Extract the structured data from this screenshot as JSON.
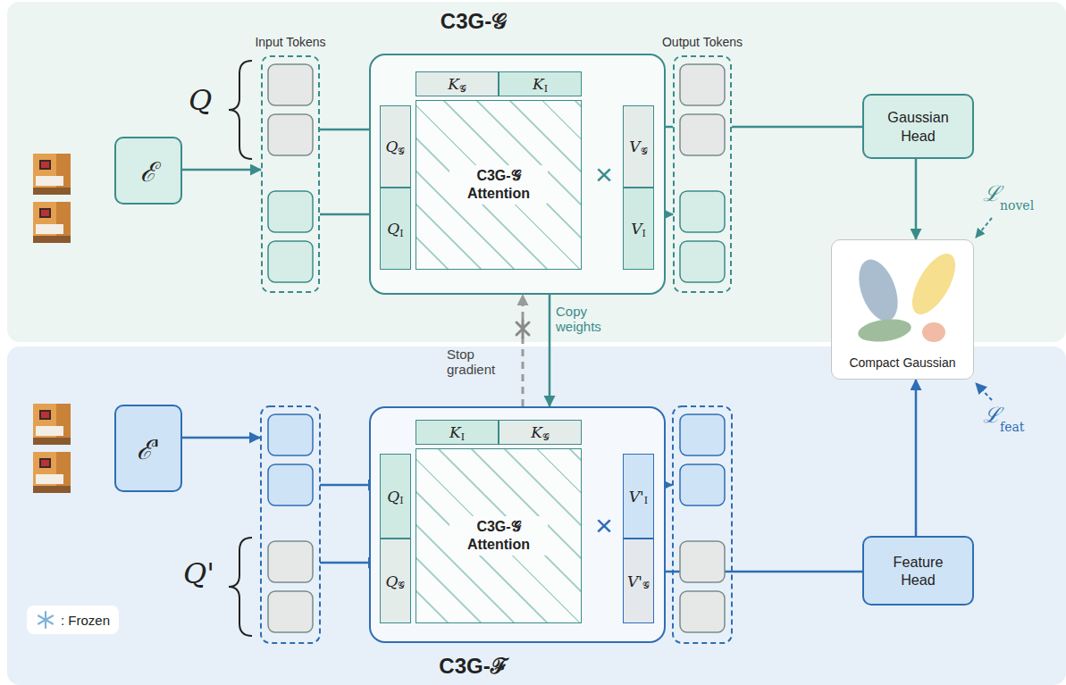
{
  "diagram": {
    "nodes": [
      {
        "text": [
          "C3G-𝒢"
        ]
      },
      {
        "text": [
          "ℰ"
        ],
        "in": 0
      },
      {
        "text": [
          "Input Tokens"
        ],
        "in": 0
      },
      {
        "text": [
          "×"
        ],
        "in": 0
      },
      {
        "text": [
          "K",
          "𝒢"
        ],
        "in": 3
      },
      {
        "text": [
          "K",
          "I"
        ],
        "in": 3
      },
      {
        "text": [
          "Q",
          "𝒢"
        ],
        "in": 3
      },
      {
        "text": [
          "Q",
          "I"
        ],
        "in": 3
      },
      {
        "text": [
          "C3G-𝒢 Attention"
        ],
        "in": 3
      },
      {
        "text": [
          "V",
          "𝒢"
        ],
        "in": 3
      },
      {
        "text": [
          "V",
          "I"
        ],
        "in": 3
      },
      {
        "text": [
          "Output Tokens"
        ],
        "in": 0
      },
      {
        "text": [
          "Gaussian Head"
        ],
        "in": 0
      },
      {
        "text": [
          "Compact Gaussian"
        ]
      },
      {
        "text": [
          "C3G-ℱ"
        ]
      },
      {
        "text": [
          "ℰ'"
        ],
        "in": 14
      },
      {
        "text": [
          "×"
        ],
        "in": 14
      },
      {
        "text": [
          "K",
          "I"
        ],
        "in": 16
      },
      {
        "text": [
          "K",
          "𝒢"
        ],
        "in": 16
      },
      {
        "text": [
          "Q",
          "I"
        ],
        "in": 16
      },
      {
        "text": [
          "Q",
          "𝒢"
        ],
        "in": 16
      },
      {
        "text": [
          "C3G-𝒢 Attention"
        ],
        "in": 16
      },
      {
        "text": [
          "V'",
          "I"
        ],
        "in": 16
      },
      {
        "text": [
          "V'",
          "𝒢"
        ],
        "in": 16
      },
      {
        "text": [
          "Feature Head"
        ],
        "in": 14
      }
    ],
    "edges": [
      {
        "from": 1,
        "to": 2,
        "arrow": "to"
      },
      {
        "from": 2,
        "to": 6,
        "arrow": "to"
      },
      {
        "from": 2,
        "to": 7,
        "arrow": "to"
      },
      {
        "from": 9,
        "to": 11,
        "arrow": "none"
      },
      {
        "from": 10,
        "to": 11,
        "arrow": "to"
      },
      {
        "from": 11,
        "to": 12,
        "arrow": "none"
      },
      {
        "from": 12,
        "to": 13,
        "arrow": "to"
      },
      {
        "from": 3,
        "to": 16,
        "label": "Copy weights",
        "arrow": "to"
      },
      {
        "from": 16,
        "to": 3,
        "label": "Stop gradient",
        "arrow": "to"
      },
      {
        "from": 23,
        "to": 24,
        "arrow": "none"
      },
      {
        "from": 24,
        "to": 13,
        "arrow": "to"
      }
    ],
    "labels": [
      "Q",
      "Q'",
      "ℒ",
      "novel",
      "ℒ",
      "feat"
    ],
    "legend": [
      {
        "text": ": Frozen"
      }
    ]
  }
}
